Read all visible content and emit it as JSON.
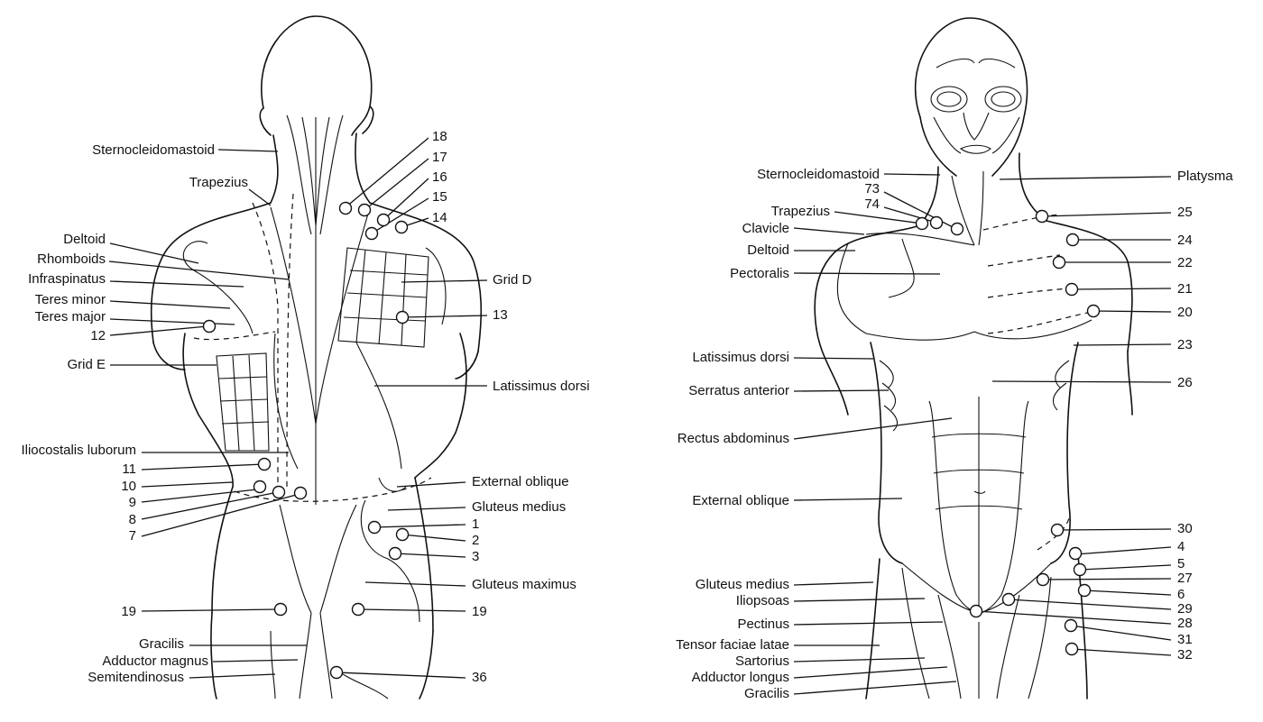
{
  "posterior": {
    "labels_left": [
      "Sternocleidomastoid",
      "Trapezius",
      "Deltoid",
      "Rhomboids",
      "Infraspinatus",
      "Teres minor",
      "Teres major",
      "12",
      "Grid E",
      "Iliocostalis luborum",
      "11",
      "10",
      "9",
      "8",
      "7",
      "19",
      "Gracilis",
      "Adductor magnus",
      "Semitendinosus"
    ],
    "labels_right": [
      "18",
      "17",
      "16",
      "15",
      "14",
      "Grid D",
      "13",
      "Latissimus dorsi",
      "External oblique",
      "Gluteus medius",
      "1",
      "2",
      "3",
      "Gluteus maximus",
      "19",
      "36"
    ]
  },
  "anterior": {
    "labels_left": [
      "Sternocleidomastoid",
      "73",
      "74",
      "Trapezius",
      "Clavicle",
      "Deltoid",
      "Pectoralis",
      "Latissimus dorsi",
      "Serratus anterior",
      "Rectus abdominus",
      "External oblique",
      "Gluteus medius",
      "Iliopsoas",
      "Pectinus",
      "Tensor faciae latae",
      "Sartorius",
      "Adductor longus",
      "Gracilis"
    ],
    "labels_right": [
      "Platysma",
      "25",
      "24",
      "22",
      "21",
      "20",
      "23",
      "26",
      "30",
      "4",
      "5",
      "27",
      "6",
      "29",
      "28",
      "31",
      "32"
    ]
  }
}
